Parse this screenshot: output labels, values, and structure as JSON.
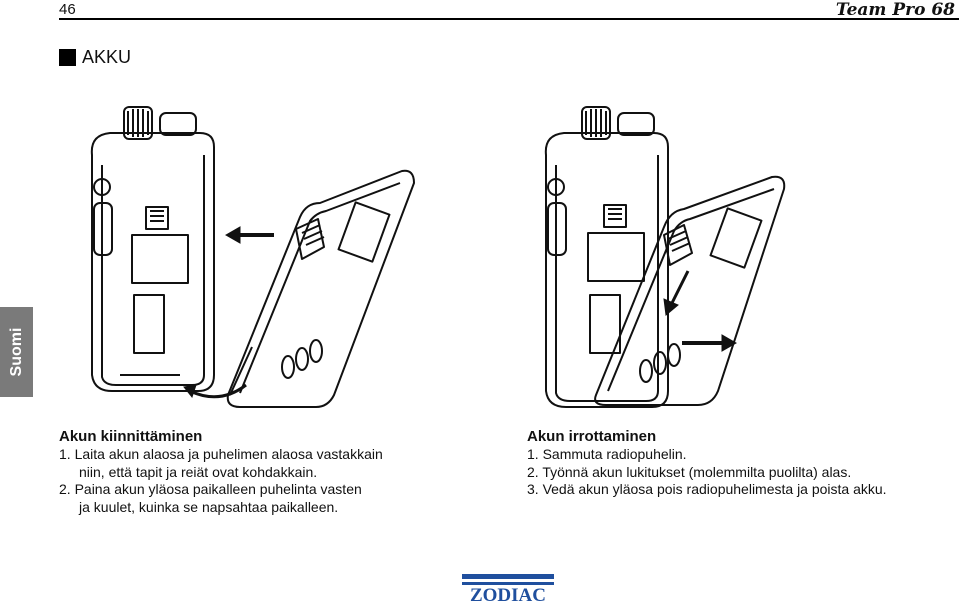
{
  "header": {
    "page_number": "46",
    "brand": "Team Pro 68"
  },
  "section": {
    "title": "AKKU"
  },
  "side_tab": {
    "label": "Suomi"
  },
  "attach": {
    "heading": "Akun kiinnittäminen",
    "step1_line1": "1. Laita akun alaosa ja puhelimen alaosa vastakkain",
    "step1_line2": "niin, että tapit ja reiät ovat kohdakkain.",
    "step2_line1": "2. Paina akun yläosa paikalleen puhelinta vasten",
    "step2_line2": "ja kuulet, kuinka se napsahtaa paikalleen."
  },
  "detach": {
    "heading": "Akun irrottaminen",
    "step1": "1. Sammuta radiopuhelin.",
    "step2": "2. Työnnä akun lukitukset (molemmilta puolilta) alas.",
    "step3": "3. Vedä akun yläosa pois radiopuhelimesta ja poista akku."
  },
  "footer": {
    "logo_text": "ZODIAC"
  }
}
